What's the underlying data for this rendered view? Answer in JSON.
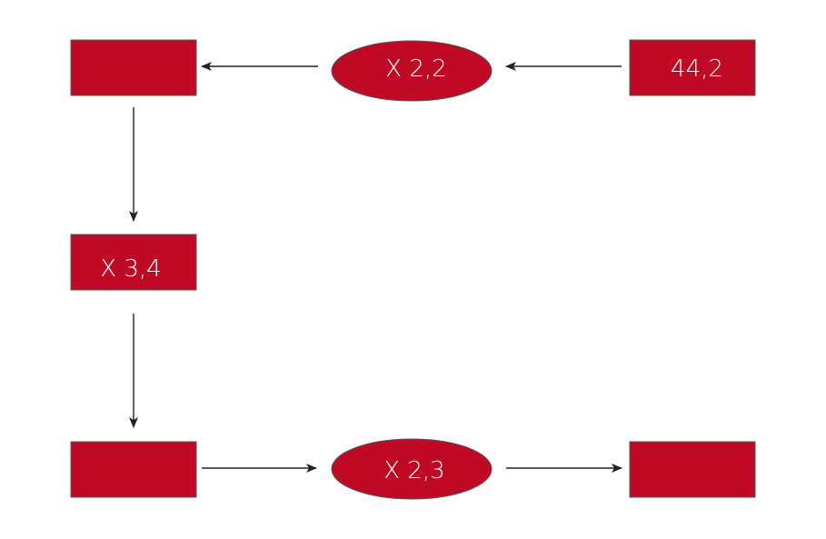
{
  "colors": {
    "node_fill": "#c00a25",
    "node_stroke": "#555555",
    "arrow": "#222222",
    "text": "#ffffff"
  },
  "nodes": {
    "box_top_left": {
      "label": ""
    },
    "ellipse_top": {
      "label": "X 2,2"
    },
    "box_top_right": {
      "label": "44,2"
    },
    "box_middle_left": {
      "label": "X 3,4"
    },
    "box_bottom_left": {
      "label": ""
    },
    "ellipse_bottom": {
      "label": "X 2,3"
    },
    "box_bottom_right": {
      "label": ""
    }
  }
}
